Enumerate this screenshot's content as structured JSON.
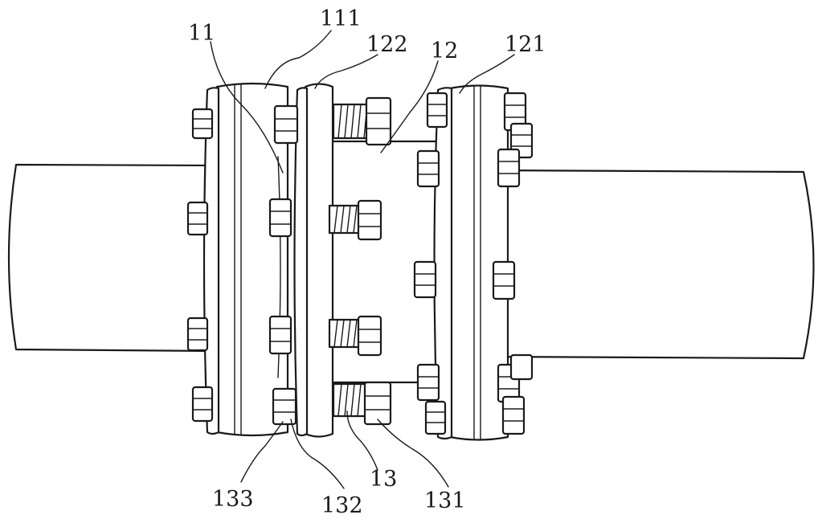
{
  "figure": {
    "labels": [
      {
        "id": "l11",
        "text": "11"
      },
      {
        "id": "l111",
        "text": "111"
      },
      {
        "id": "l122",
        "text": "122"
      },
      {
        "id": "l12",
        "text": "12"
      },
      {
        "id": "l121",
        "text": "121"
      },
      {
        "id": "l133",
        "text": "133"
      },
      {
        "id": "l132",
        "text": "132"
      },
      {
        "id": "l13",
        "text": "13"
      },
      {
        "id": "l131",
        "text": "131"
      }
    ]
  }
}
